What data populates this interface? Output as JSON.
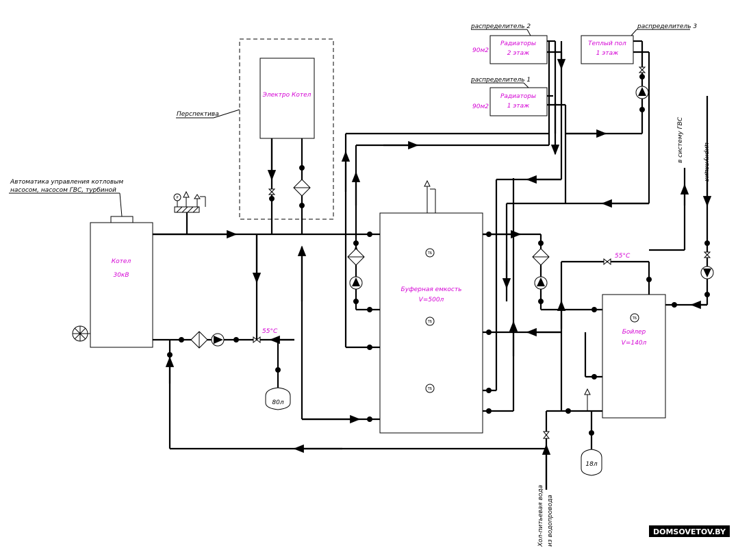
{
  "labels": {
    "boiler_automation_1": "Автоматика управления котловым",
    "boiler_automation_2": "насосом, насосом ГВС, турбиной",
    "perspective": "Перспектива",
    "electric_boiler": "Электро Котел",
    "boiler_1": "Котел",
    "boiler_2": "30кВ",
    "buffer_1": "Буферная емкость",
    "buffer_2": "V=500л",
    "boiler_tank_1": "Бойлер",
    "boiler_tank_2": "V=140л",
    "distributor_1": "распределитель 1",
    "distributor_2": "распределитель 2",
    "distributor_3": "распределитель 3",
    "rad2_1": "Радиаторы",
    "rad2_2": "2 этаж",
    "rad1_1": "Радиаторы",
    "rad1_2": "1 этаж",
    "floor_1": "Теплый пол",
    "floor_2": "1 этаж",
    "area_top": "90м2",
    "area_mid": "90м2",
    "dhw_out": "в систему ГВС",
    "circulation": "циркуляция",
    "cold_water_1": "Хол-питьевая вода",
    "cold_water_2": "из водопровода",
    "temp_left": "55°C",
    "temp_right": "55°C",
    "tank_80": "80л",
    "tank_18": "18л",
    "t_sensor": "ТБ",
    "gauge_p": "Р",
    "watermark": "DOMSOVETOV.BY"
  }
}
